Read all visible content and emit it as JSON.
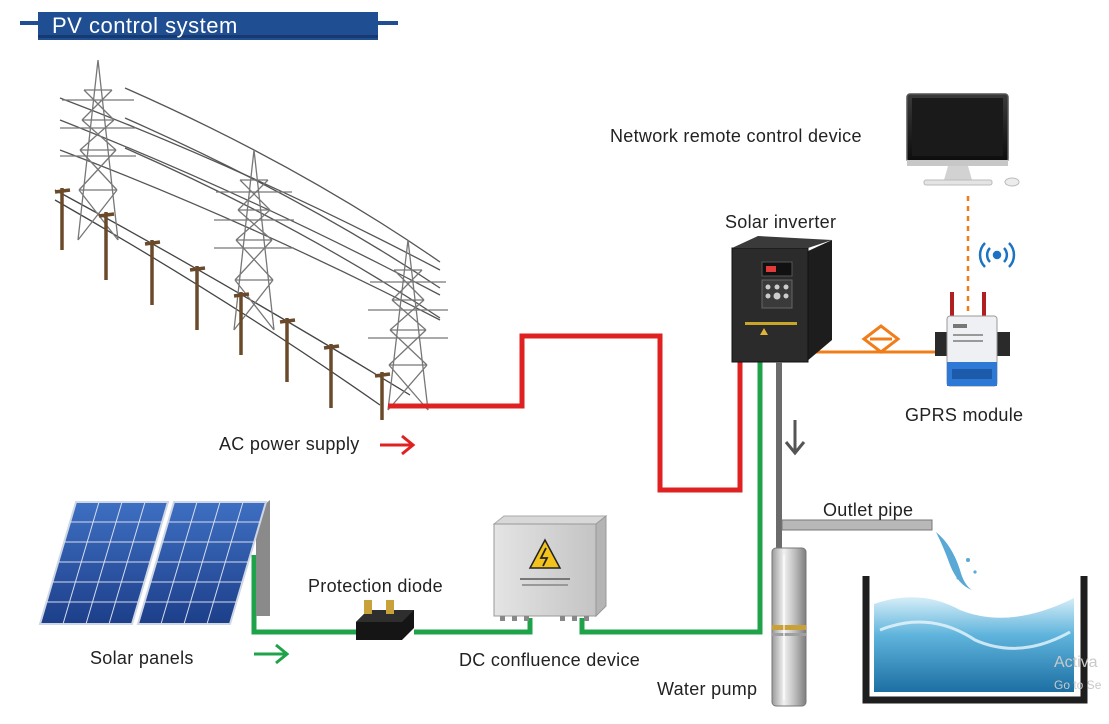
{
  "title": "PV control system",
  "labels": {
    "network_remote": "Network remote control device",
    "solar_inverter": "Solar inverter",
    "gprs_module": "GPRS module",
    "ac_power_supply": "AC power supply",
    "outlet_pipe": "Outlet pipe",
    "protection_diode": "Protection diode",
    "solar_panels": "Solar panels",
    "dc_confluence": "DC confluence device",
    "water_pump": "Water pump"
  },
  "watermark": {
    "line1": "Activa",
    "line2": "Go to Se"
  },
  "colors": {
    "banner": "#1f4e93",
    "ac_line": "#e02121",
    "dc_line": "#1fa34a",
    "signal_line": "#f07d1a",
    "pipe": "#6b6b6b"
  },
  "icons": [
    "transmission-tower-icon",
    "monitor-icon",
    "wireless-signal-icon",
    "inverter-icon",
    "gprs-module-icon",
    "solar-panel-icon",
    "diode-icon",
    "junction-box-icon",
    "water-pump-icon",
    "water-tank-icon",
    "arrow-icon"
  ]
}
